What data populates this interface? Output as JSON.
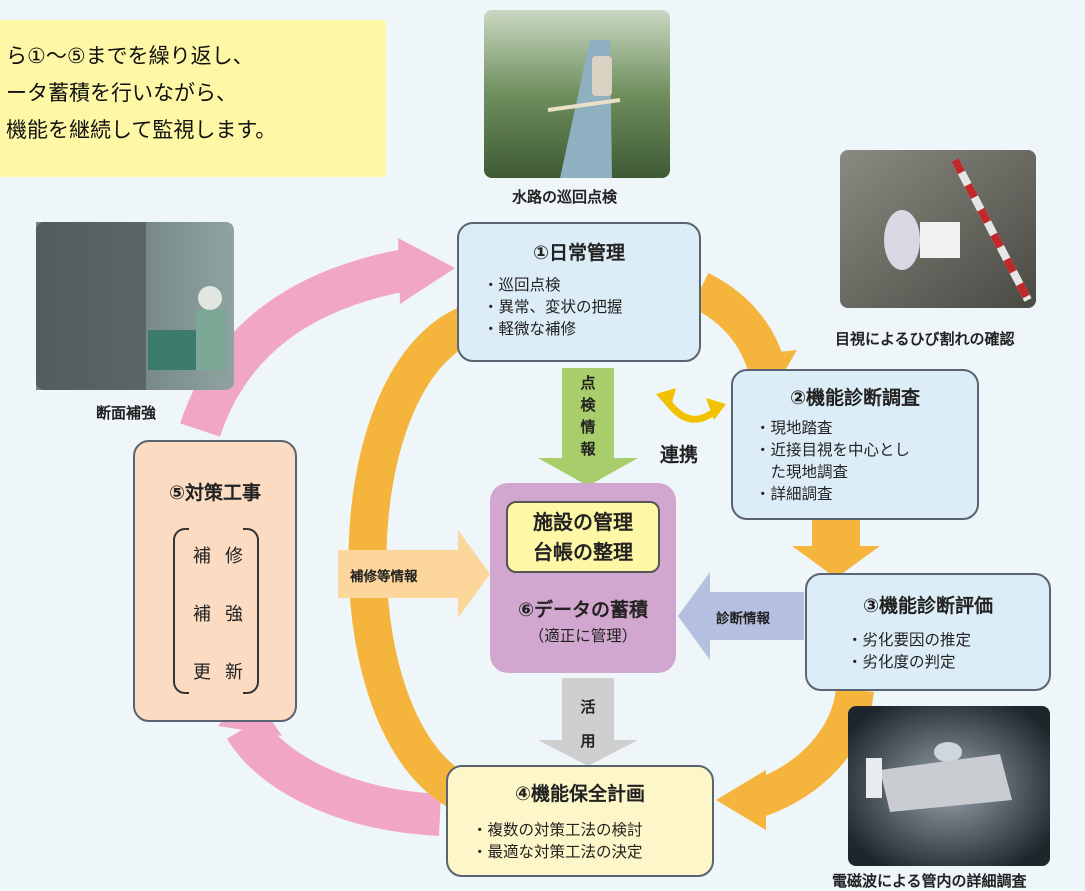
{
  "intro": {
    "lines": [
      "ら①〜⑤までを繰り返し、",
      "ータ蓄積を行いながら、",
      "機能を継続して監視します。"
    ]
  },
  "photos": {
    "channel": {
      "caption": "水路の巡回点検"
    },
    "crack": {
      "caption": "目視によるひび割れの確認"
    },
    "reinforce": {
      "caption": "断面補強"
    },
    "pipe": {
      "caption": "電磁波による管内の詳細調査"
    }
  },
  "boxes": {
    "b1": {
      "title": "①日常管理",
      "items": [
        "・巡回点検",
        "・異常、変状の把握",
        "・軽微な補修"
      ]
    },
    "b2": {
      "title": "②機能診断調査",
      "items": [
        "・現地踏査",
        "・近接目視を中心とし",
        "　た現地調査",
        "・詳細調査"
      ]
    },
    "b3": {
      "title": "③機能診断評価",
      "items": [
        "・劣化要因の推定",
        "・劣化度の判定"
      ]
    },
    "b4": {
      "title": "④機能保全計画",
      "items": [
        "・複数の対策工法の検討",
        "・最適な対策工法の決定"
      ]
    },
    "b5": {
      "title": "⑤対策工事",
      "items": [
        "補修",
        "補強",
        "更新"
      ]
    },
    "b6": {
      "inner_line1": "施設の管理",
      "inner_line2": "台帳の整理",
      "title": "⑥データの蓄積",
      "sub": "（適正に管理）"
    }
  },
  "flows": {
    "inspection": {
      "chars": [
        "点",
        "検",
        "情",
        "報"
      ]
    },
    "utilize": {
      "chars": [
        "活",
        "用"
      ]
    },
    "repair_info": "補修等情報",
    "diagnosis_info": "診断情報",
    "renkei": "連携"
  },
  "colors": {
    "cycle_orange": "#f5b43c",
    "outer_pink": "#f2a6c6",
    "inspection_arrow": "#a8cd6a",
    "utilize_arrow": "#cfcfcf",
    "repair_arrow": "#fcd69a",
    "diagnosis_arrow": "#b5c0e0",
    "renkei_arrow": "#f2c200"
  }
}
